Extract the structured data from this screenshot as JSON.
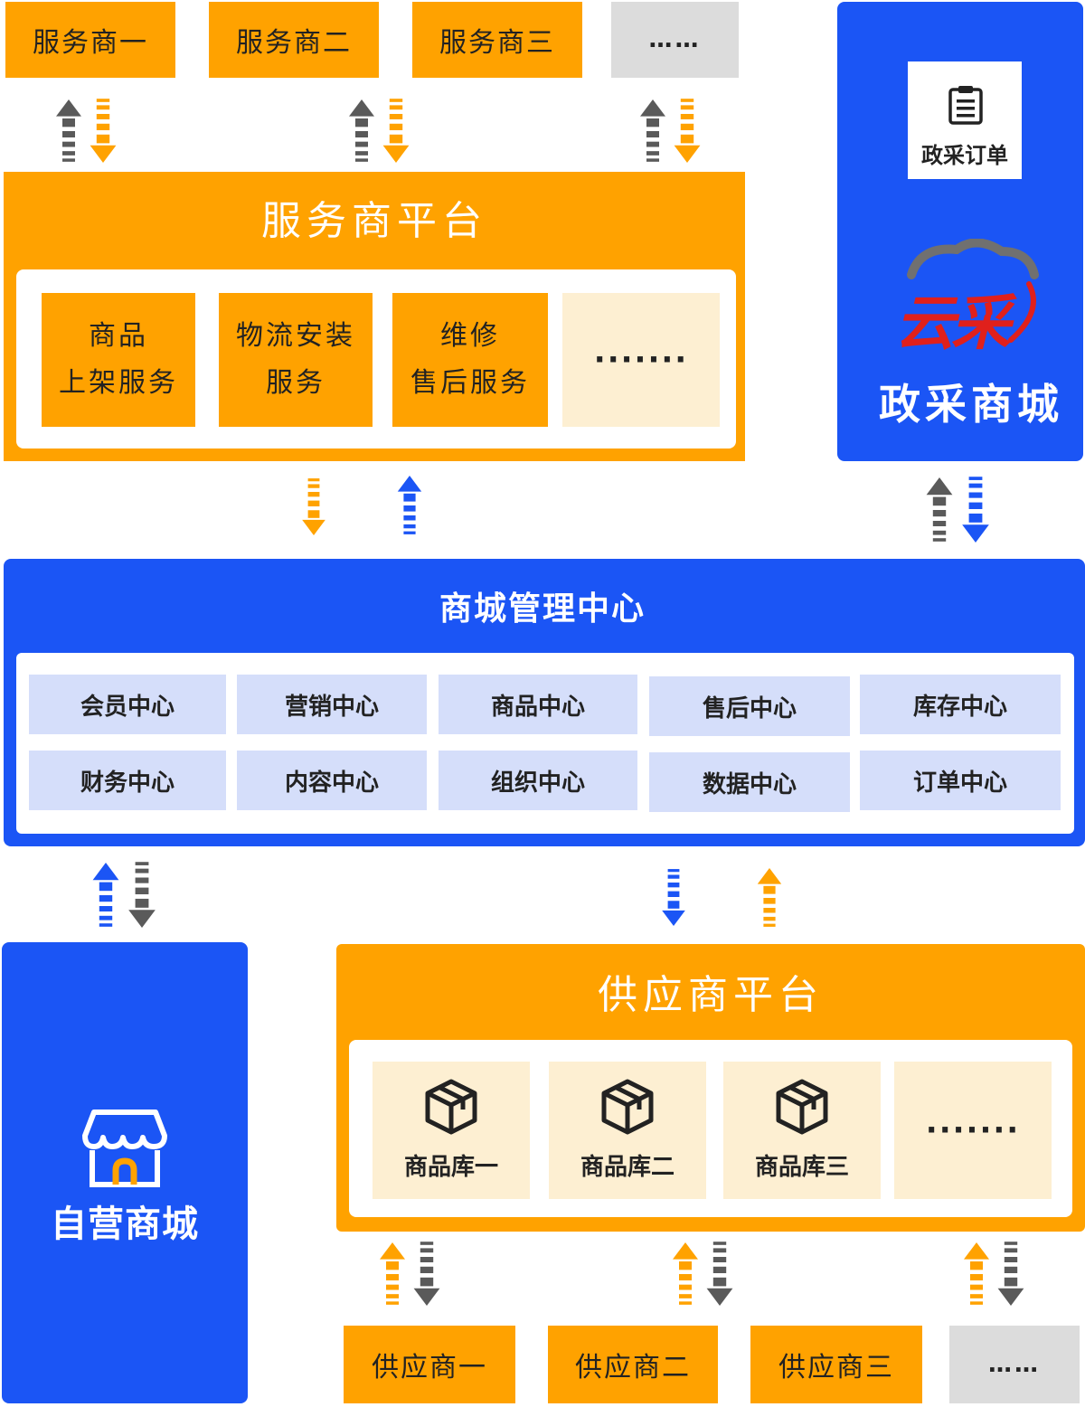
{
  "service_providers": [
    "服务商一",
    "服务商二",
    "服务商三",
    "……"
  ],
  "service_platform": {
    "title": "服务商平台",
    "services": [
      {
        "line1": "商品",
        "line2": "上架服务"
      },
      {
        "line1": "物流安装",
        "line2": "服务"
      },
      {
        "line1": "维修",
        "line2": "售后服务"
      }
    ],
    "more": "·······"
  },
  "gov_mall": {
    "order_label": "政采订单",
    "logo_text": "云采",
    "title": "政采商城"
  },
  "mall_center": {
    "title": "商城管理中心",
    "cells": [
      "会员中心",
      "营销中心",
      "商品中心",
      "售后中心",
      "库存中心",
      "财务中心",
      "内容中心",
      "组织中心",
      "数据中心",
      "订单中心"
    ]
  },
  "self_mall": {
    "title": "自营商城"
  },
  "supplier_platform": {
    "title": "供应商平台",
    "libraries": [
      "商品库一",
      "商品库二",
      "商品库三"
    ],
    "more": "·······"
  },
  "suppliers": [
    "供应商一",
    "供应商二",
    "供应商三",
    "……"
  ],
  "colors": {
    "orange": "#FFA200",
    "blue": "#1B55F5",
    "grey": "#DCDCDC",
    "cream": "#FDEFD2",
    "cell": "#D5DEFA",
    "logo_red": "#E0201C"
  }
}
